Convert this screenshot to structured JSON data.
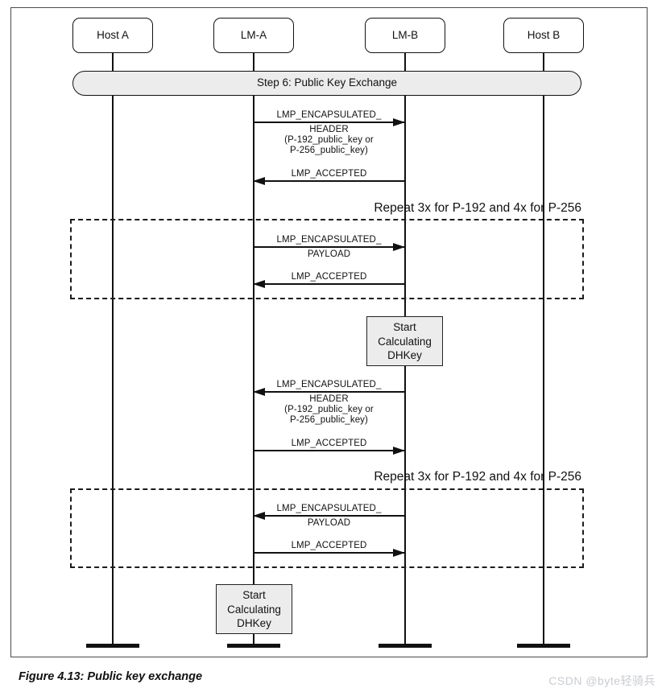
{
  "actors": [
    {
      "label": "Host A"
    },
    {
      "label": "LM-A"
    },
    {
      "label": "LM-B"
    },
    {
      "label": "Host B"
    }
  ],
  "banner": {
    "label": "Step 6: Public Key Exchange"
  },
  "messages": [
    {
      "direction": "right",
      "top": "LMP_ENCAPSULATED_",
      "below1": "HEADER",
      "below2": "(P-192_public_key or",
      "below3": "P-256_public_key)"
    },
    {
      "direction": "left",
      "top": "LMP_ACCEPTED"
    },
    {
      "direction": "right",
      "top": "LMP_ENCAPSULATED_",
      "below1": "PAYLOAD"
    },
    {
      "direction": "left",
      "top": "LMP_ACCEPTED"
    },
    {
      "direction": "left",
      "top": "LMP_ENCAPSULATED_",
      "below1": "HEADER",
      "below2": "(P-192_public_key or",
      "below3": "P-256_public_key)"
    },
    {
      "direction": "right",
      "top": "LMP_ACCEPTED"
    },
    {
      "direction": "left",
      "top": "LMP_ENCAPSULATED_",
      "below1": "PAYLOAD"
    },
    {
      "direction": "right",
      "top": "LMP_ACCEPTED"
    }
  ],
  "repeats": [
    {
      "label": "Repeat 3x for P-192 and 4x for P-256"
    },
    {
      "label": "Repeat 3x for P-192 and 4x for P-256"
    }
  ],
  "notes": [
    {
      "line1": "Start",
      "line2": "Calculating",
      "line3": "DHKey"
    },
    {
      "line1": "Start",
      "line2": "Calculating",
      "line3": "DHKey"
    }
  ],
  "caption": "Figure 4.13: Public key exchange",
  "watermark": "CSDN @byte轻骑兵",
  "colors": {
    "line": "#111111",
    "fill_gray": "#ececec",
    "frame": "#4a4a4a",
    "watermark": "#c9ccd1"
  }
}
